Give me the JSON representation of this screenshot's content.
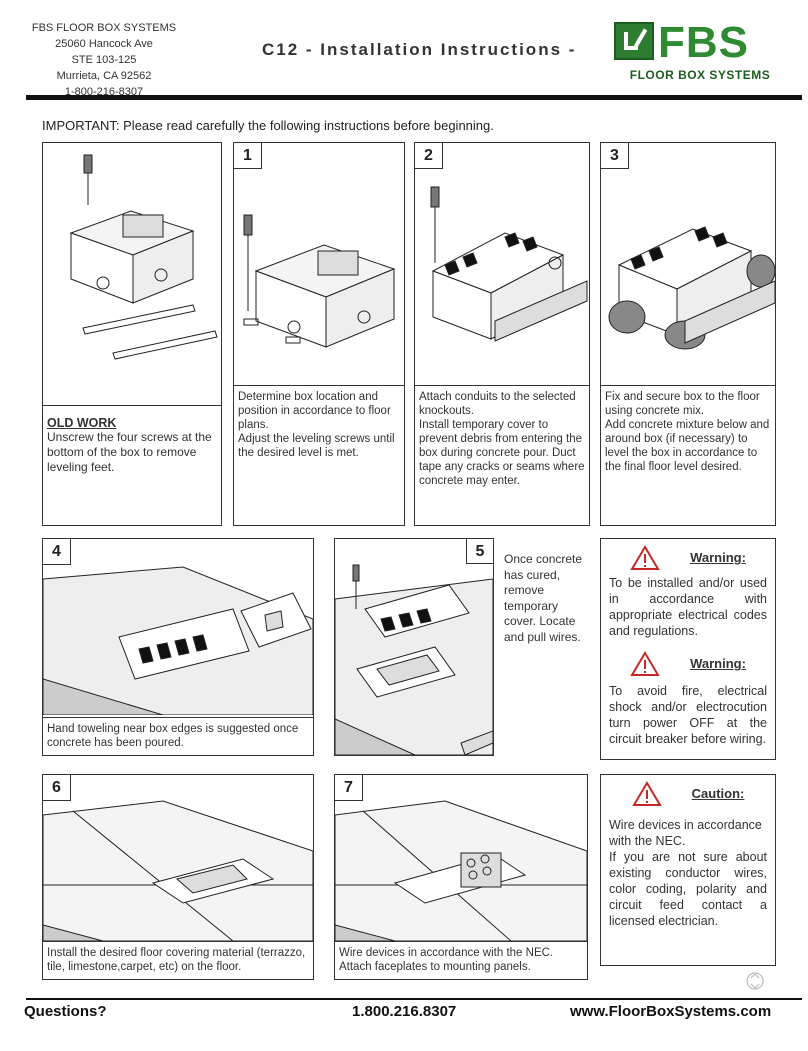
{
  "header": {
    "company": "FBS FLOOR BOX SYSTEMS",
    "street": "25060 Hancock Ave",
    "suite": "STE 103-125",
    "city": "Murrieta, CA 92562",
    "phone": "1-800-216-8307",
    "title": "C12 - Installation Instructions -",
    "logo_text": "FBS",
    "logo_sub": "FLOOR BOX SYSTEMS",
    "brand_color": "#2e8b32"
  },
  "important": "IMPORTANT:  Please read carefully the following instructions before beginning.",
  "steps": {
    "old_work": {
      "heading": "OLD WORK",
      "text": "Unscrew the four screws at the bottom of the box to remove leveling feet."
    },
    "s1": {
      "num": "1",
      "text": "Determine box location and position in accordance to floor plans.",
      "text2": "Adjust the leveling screws until the desired level is met."
    },
    "s2": {
      "num": "2",
      "text": "Attach conduits to the selected knockouts.",
      "text2": "Install temporary cover to prevent debris from entering the box during concrete pour. Duct tape any cracks or seams where concrete may enter."
    },
    "s3": {
      "num": "3",
      "text": "Fix and secure box to the floor using concrete mix.",
      "text2": "Add concrete mixture below and around box (if necessary) to level the box in accordance to the final floor level desired."
    },
    "s4": {
      "num": "4",
      "text": "Hand toweling near box edges is suggested once concrete has been poured."
    },
    "s5": {
      "num": "5",
      "text": "Once concrete has cured, remove temporary cover. Locate and pull wires."
    },
    "s6": {
      "num": "6",
      "text": "Install the desired floor covering material (terrazzo, tile, limestone,carpet, etc) on the floor."
    },
    "s7": {
      "num": "7",
      "text": "Wire devices in accordance with the NEC.",
      "text2": "Attach faceplates to mounting panels."
    }
  },
  "warnings": {
    "w1_label": "Warning:",
    "w1_text": "To be installed and/or used in accordance with appropriate electrical codes and regulations.",
    "w2_label": "Warning:",
    "w2_text": "To avoid fire, electrical shock and/or electrocution turn power OFF at the circuit breaker before wiring.",
    "caution_label": "Caution:",
    "caution_text": "Wire devices in accordance with the NEC.",
    "caution_text2": "If you are not sure about existing conductor wires, color coding, polarity and circuit feed contact a licensed electrician.",
    "warn_color": "#c62828"
  },
  "footer": {
    "questions": "Questions?",
    "phone": "1.800.216.8307",
    "website": "www.FloorBoxSystems.com"
  }
}
